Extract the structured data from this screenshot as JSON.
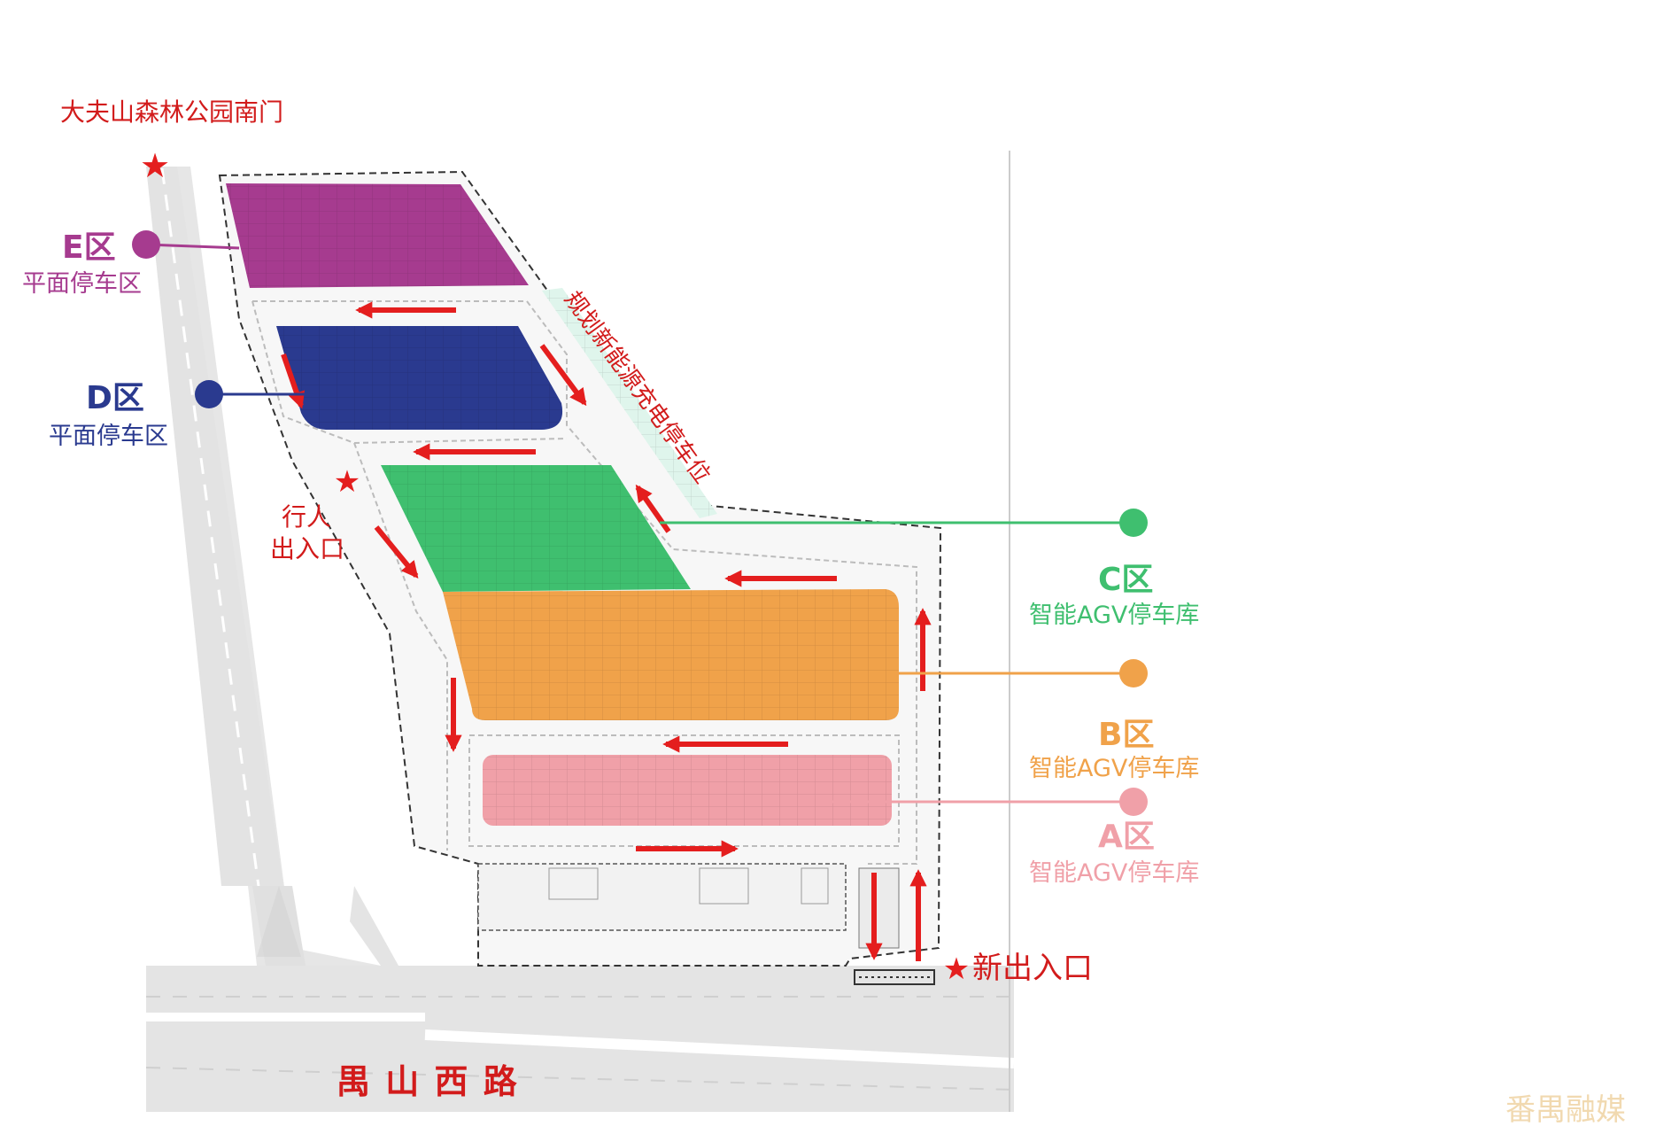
{
  "landmark": {
    "name": "大夫山森林公园南门"
  },
  "charging_note": "规划新能源充电停车位",
  "pedestrian": {
    "line1": "行人",
    "line2": "出入口"
  },
  "new_entrance": "新出入口",
  "road_name": "禺 山 西 路",
  "watermark": "番禺融媒",
  "zones": {
    "E": {
      "code": "E区",
      "desc": "平面停车区",
      "color": "#a63b8f"
    },
    "D": {
      "code": "D区",
      "desc": "平面停车区",
      "color": "#2a3a8f"
    },
    "C": {
      "code": "C区",
      "desc": "智能AGV停车库",
      "color": "#3fbf6f"
    },
    "B": {
      "code": "B区",
      "desc": "智能AGV停车库",
      "color": "#f0a24a"
    },
    "A": {
      "code": "A区",
      "desc": "智能AGV停车库",
      "color": "#f0a0a8"
    }
  },
  "colors": {
    "arrow": "#e41e1e",
    "road": "#e2e2e2",
    "lane": "#f5f5f5"
  }
}
